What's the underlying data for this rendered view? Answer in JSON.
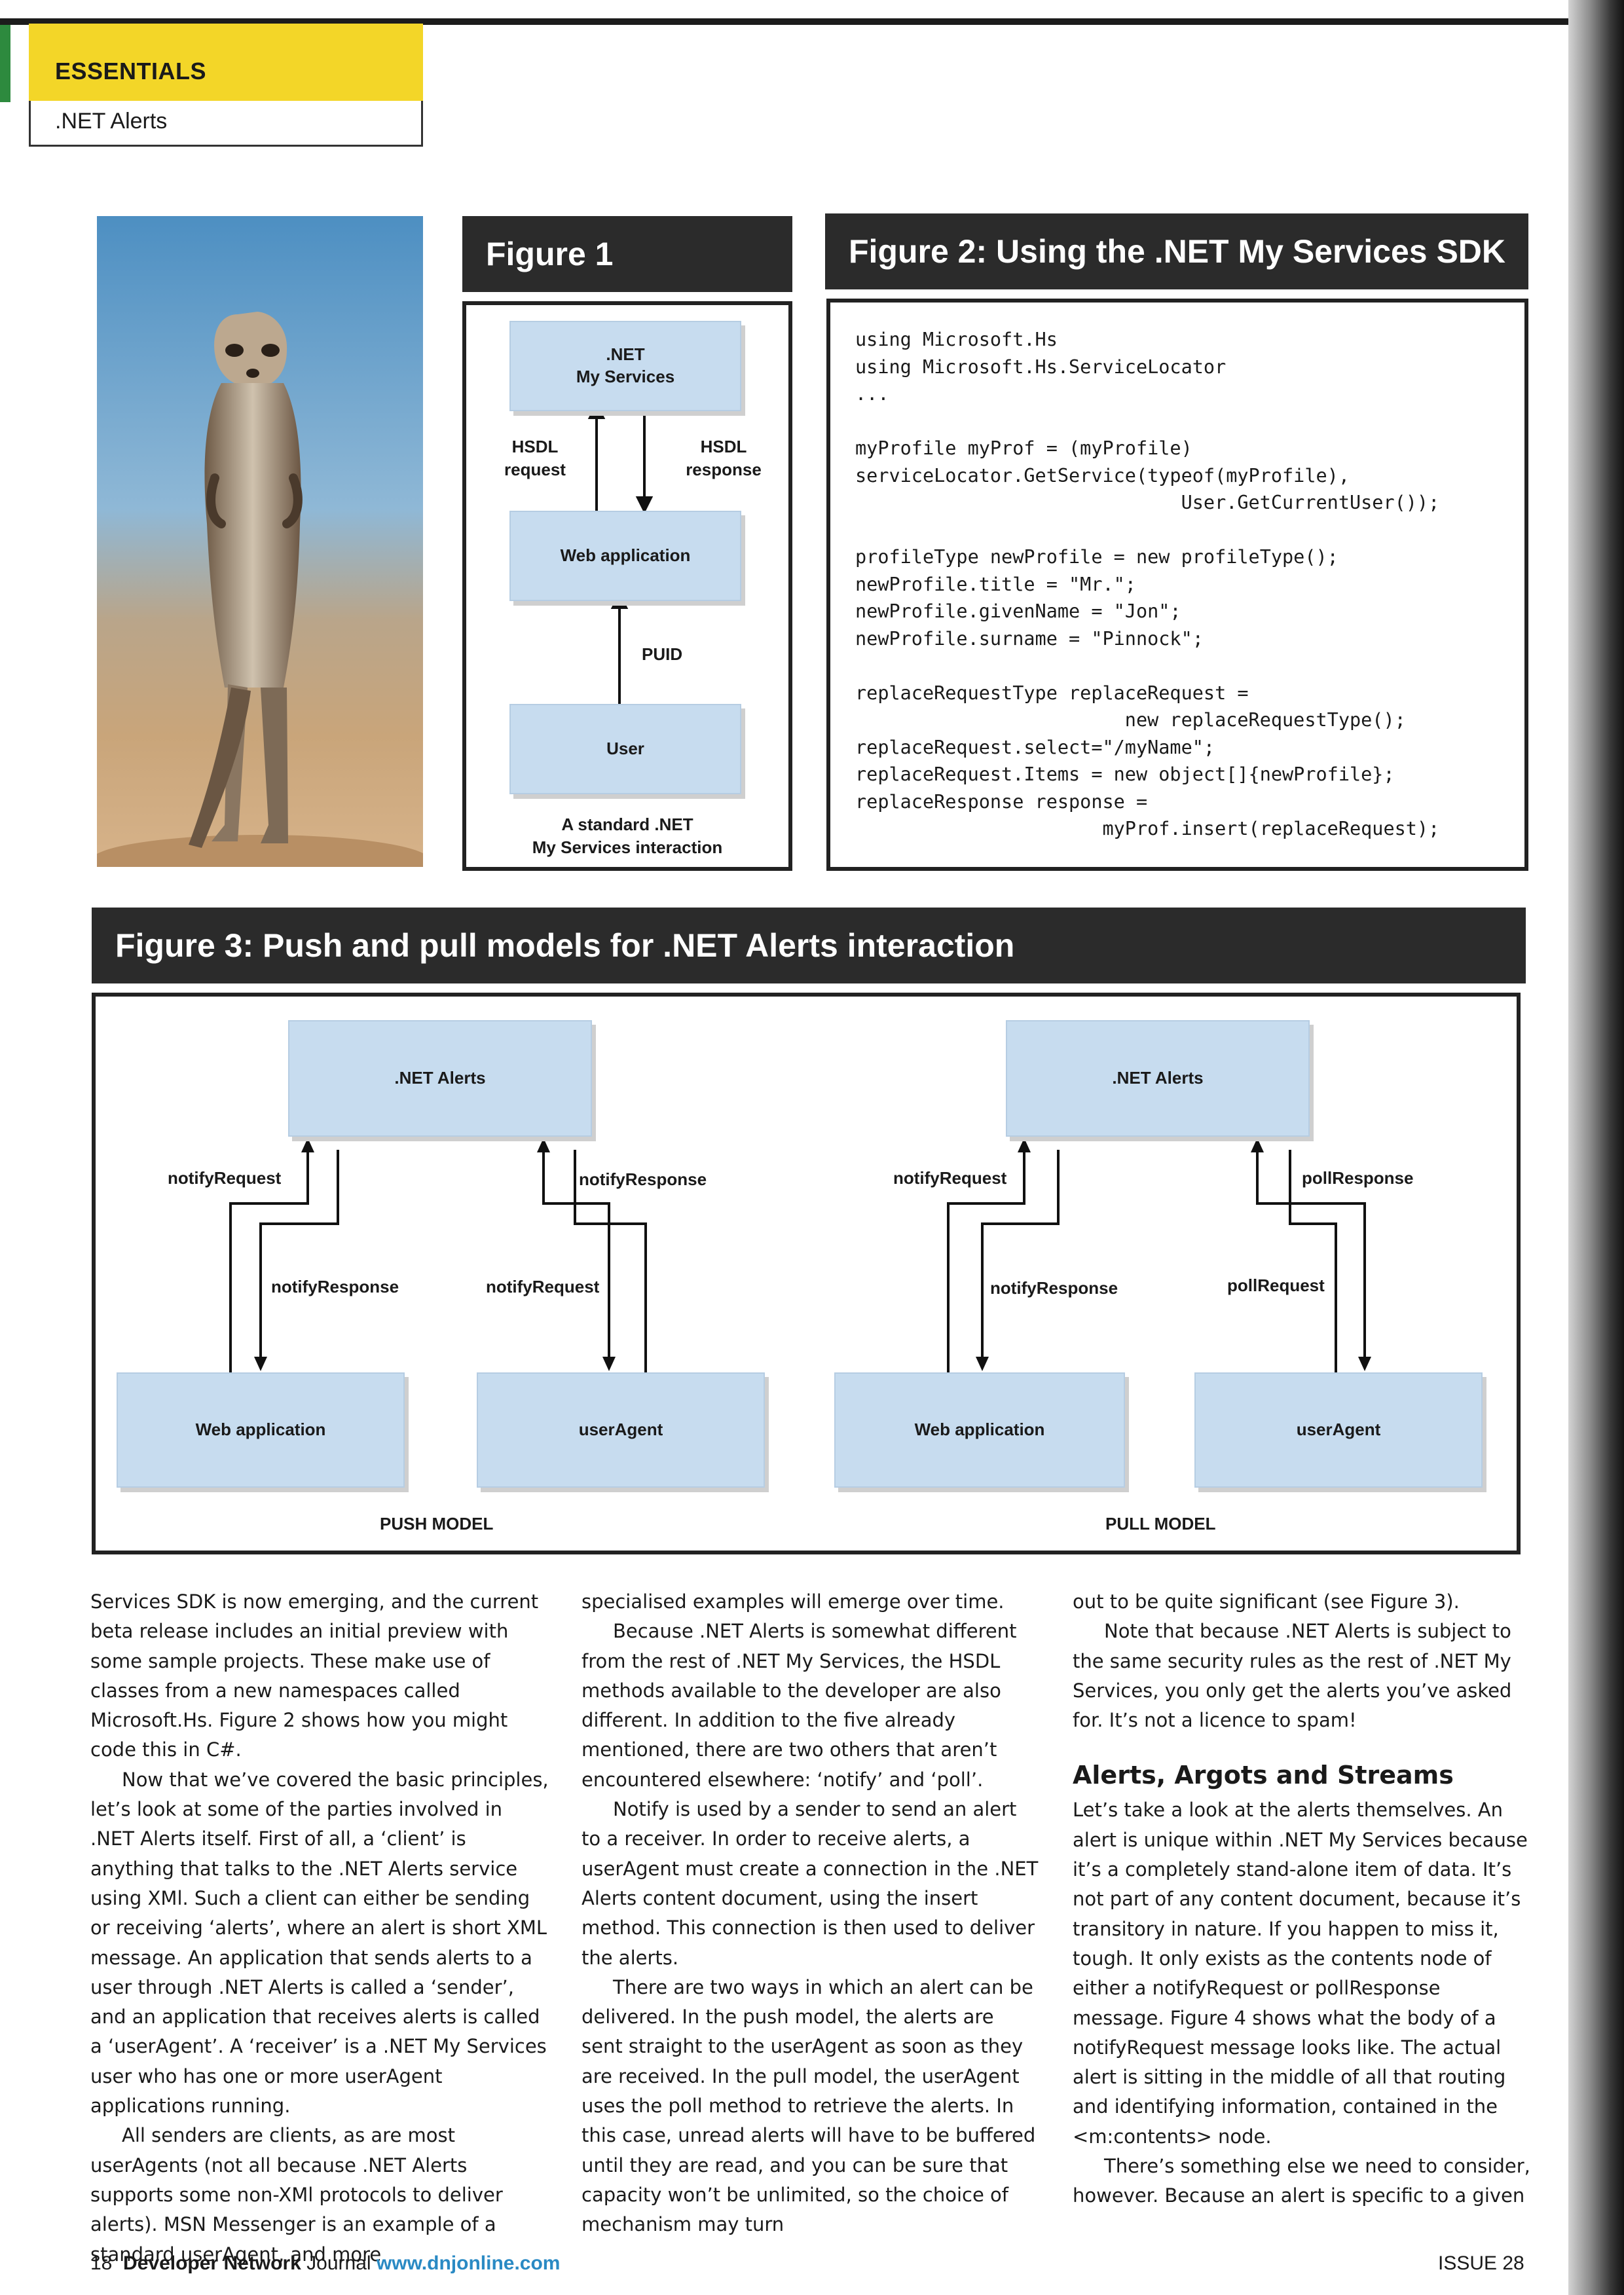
{
  "header": {
    "section": "ESSENTIALS",
    "subsection": ".NET Alerts"
  },
  "colors": {
    "accent_yellow": "#f3d628",
    "fig_header": "#2b2b2b",
    "node_fill": "#c7dcef",
    "link_blue": "#2a8ac4"
  },
  "photo": {
    "subject": "meerkat-photo"
  },
  "figure1": {
    "title": "Figure 1",
    "nodes": [
      ".NET\nMy Services",
      "Web application",
      "User"
    ],
    "labels": {
      "req": "HSDL\nrequest",
      "resp": "HSDL\nresponse",
      "puid": "PUID"
    },
    "caption": "A standard .NET\nMy Services interaction"
  },
  "figure2": {
    "title": "Figure 2: Using the .NET My Services SDK",
    "code": "using Microsoft.Hs\nusing Microsoft.Hs.ServiceLocator\n...\n\nmyProfile myProf = (myProfile)\nserviceLocator.GetService(typeof(myProfile),\n                             User.GetCurrentUser());\n\nprofileType newProfile = new profileType();\nnewProfile.title = \"Mr.\";\nnewProfile.givenName = \"Jon\";\nnewProfile.surname = \"Pinnock\";\n\nreplaceRequestType replaceRequest =\n                        new replaceRequestType();\nreplaceRequest.select=\"/myName\";\nreplaceRequest.Items = new object[]{newProfile};\nreplaceResponse response =\n                      myProf.insert(replaceRequest);"
  },
  "figure3": {
    "title": "Figure 3: Push and pull models for .NET Alerts interaction",
    "push": {
      "top": ".NET Alerts",
      "left": "Web application",
      "right": "userAgent",
      "l_up": "notifyRequest",
      "l_down": "notifyResponse",
      "r_up": "notifyResponse",
      "r_down": "notifyRequest",
      "caption": "PUSH MODEL"
    },
    "pull": {
      "top": ".NET Alerts",
      "left": "Web application",
      "right": "userAgent",
      "l_up": "notifyRequest",
      "l_down": "notifyResponse",
      "r_up": "pollResponse",
      "r_down": "pollRequest",
      "caption": "PULL MODEL"
    }
  },
  "article": {
    "col1": [
      "Services SDK is now emerging, and the current beta release includes an initial preview with some sample projects. These make use of classes from a new namespaces called Microsoft.Hs.  Figure 2 shows how you might code this in C#.",
      "Now that we’ve covered the basic principles, let’s look at some of the parties involved in .NET Alerts itself. First of all, a ‘client’ is anything that talks to the .NET Alerts service using XMl. Such a client can either be sending or receiving ‘alerts’, where an alert is short XML message. An application that sends alerts to a user through .NET Alerts is called a ‘sender’, and an application that receives alerts is called a ‘userAgent’. A ‘receiver’ is a .NET My Services user who has one or more userAgent applications running.",
      "All senders are clients, as are most userAgents (not all because .NET Alerts supports some non-XMl protocols to deliver alerts). MSN Messenger is an example of a standard userAgent, and more"
    ],
    "col2": [
      "specialised examples will emerge over time.",
      "Because .NET Alerts is somewhat different from the rest of .NET My Services, the HSDL methods available to the developer are also different. In addition to the five already mentioned, there are two others that aren’t encountered elsewhere: ‘notify’ and ‘poll’.",
      "Notify is used by a sender to send an alert to a receiver. In order to receive alerts, a userAgent must create a connection in the .NET Alerts content document, using the insert method. This connection is then used to deliver the alerts.",
      "There are two ways in which an alert can be delivered. In the push model, the alerts are sent straight to the userAgent as soon as they are received. In the pull model, the userAgent uses the poll method to retrieve the alerts. In this case, unread alerts will have to be buffered until they are read, and you can be sure that capacity won’t be unlimited, so the choice of mechanism may turn"
    ],
    "col3": [
      "out to be quite significant (see Figure 3).",
      "Note that because .NET Alerts is subject to the same security rules as the rest of .NET My Services, you only get the alerts you’ve asked for. It’s not a licence to spam!"
    ],
    "heading": "Alerts, Argots and Streams",
    "col3b": [
      "Let’s take a look at the alerts themselves. An alert is unique within .NET My Services because it’s a completely stand-alone item of data. It’s not part of any content document, because it’s transitory in nature. If you happen to miss it, tough. It only exists as the contents node of either a notifyRequest or pollResponse message. Figure 4 shows what the body of a notifyRequest message looks like. The actual alert is sitting in the middle of all that routing and identifying information, contained in the <m:contents> node.",
      "There’s something else we need to consider, however. Because an alert is specific to a given"
    ]
  },
  "footer": {
    "page": "18",
    "pub1": "Developer Network",
    "pub2": "Journal",
    "url": "www.dnjonline.com",
    "issue": "ISSUE 28"
  }
}
